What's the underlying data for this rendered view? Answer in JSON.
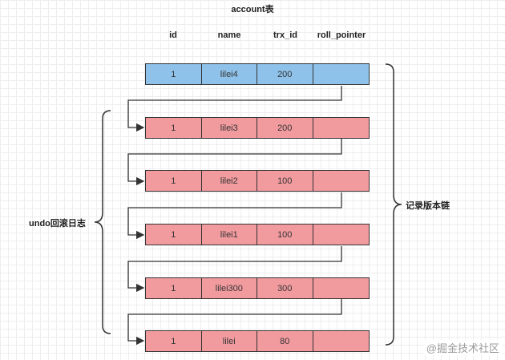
{
  "title": "account表",
  "columns": [
    "id",
    "name",
    "trx_id",
    "roll_pointer"
  ],
  "current_row": {
    "id": "1",
    "name": "lilei4",
    "trx_id": "200",
    "roll_pointer": ""
  },
  "undo_rows": [
    {
      "id": "1",
      "name": "lilei3",
      "trx_id": "200",
      "roll_pointer": ""
    },
    {
      "id": "1",
      "name": "lilei2",
      "trx_id": "100",
      "roll_pointer": ""
    },
    {
      "id": "1",
      "name": "lilei1",
      "trx_id": "100",
      "roll_pointer": ""
    },
    {
      "id": "1",
      "name": "lilei300",
      "trx_id": "300",
      "roll_pointer": ""
    },
    {
      "id": "1",
      "name": "lilei",
      "trx_id": "80",
      "roll_pointer": ""
    }
  ],
  "left_label": "undo回滚日志",
  "right_label": "记录版本链",
  "watermark": "@掘金技术社区",
  "colors": {
    "current": "#8fc2ea",
    "undo": "#f29b9f",
    "line": "#333333"
  }
}
